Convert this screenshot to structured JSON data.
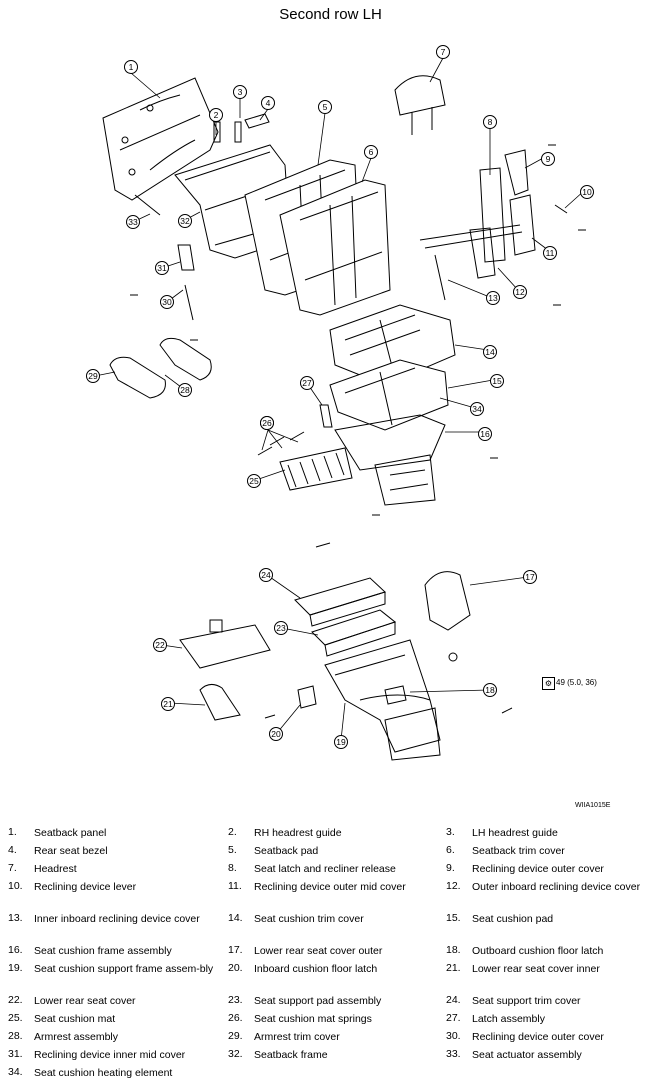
{
  "title": "Second row LH",
  "reference_code": "WIIA1015E",
  "torque_spec": "49 (5.0, 36)",
  "torque_icon": "torque-wrench-icon",
  "callout_numbers": [
    "1",
    "2",
    "3",
    "4",
    "5",
    "6",
    "7",
    "8",
    "9",
    "10",
    "11",
    "12",
    "13",
    "14",
    "15",
    "16",
    "17",
    "18",
    "19",
    "20",
    "21",
    "22",
    "23",
    "24",
    "25",
    "26",
    "26",
    "27",
    "28",
    "29",
    "30",
    "31",
    "32",
    "33",
    "34"
  ],
  "legend_rows": [
    [
      {
        "n": "1.",
        "t": "Seatback panel"
      },
      {
        "n": "2.",
        "t": "RH headrest guide"
      },
      {
        "n": "3.",
        "t": "LH headrest guide"
      }
    ],
    [
      {
        "n": "4.",
        "t": "Rear seat bezel"
      },
      {
        "n": "5.",
        "t": "Seatback pad"
      },
      {
        "n": "6.",
        "t": "Seatback trim cover"
      }
    ],
    [
      {
        "n": "7.",
        "t": "Headrest"
      },
      {
        "n": "8.",
        "t": "Seat latch and recliner release"
      },
      {
        "n": "9.",
        "t": "Reclining device outer cover"
      }
    ],
    [
      {
        "n": "10.",
        "t": "Reclining device lever"
      },
      {
        "n": "11.",
        "t": "Reclining device outer mid cover"
      },
      {
        "n": "12.",
        "t": "Outer inboard reclining device cover"
      }
    ],
    [
      {
        "n": "13.",
        "t": "Inner inboard reclining device cover"
      },
      {
        "n": "14.",
        "t": "Seat cushion trim cover"
      },
      {
        "n": "15.",
        "t": "Seat cushion pad"
      }
    ],
    [
      {
        "n": "16.",
        "t": "Seat cushion frame assembly"
      },
      {
        "n": "17.",
        "t": "Lower rear seat cover outer"
      },
      {
        "n": "18.",
        "t": "Outboard cushion floor latch"
      }
    ],
    [
      {
        "n": "19.",
        "t": "Seat cushion support frame assem-bly"
      },
      {
        "n": "20.",
        "t": "Inboard cushion floor latch"
      },
      {
        "n": "21.",
        "t": "Lower rear seat cover inner"
      }
    ],
    [
      {
        "n": "22.",
        "t": "Lower rear seat cover"
      },
      {
        "n": "23.",
        "t": "Seat support pad assembly"
      },
      {
        "n": "24.",
        "t": "Seat support trim cover"
      }
    ],
    [
      {
        "n": "25.",
        "t": "Seat cushion mat"
      },
      {
        "n": "26.",
        "t": "Seat cushion mat springs"
      },
      {
        "n": "27.",
        "t": "Latch assembly"
      }
    ],
    [
      {
        "n": "28.",
        "t": "Armrest assembly"
      },
      {
        "n": "29.",
        "t": "Armrest trim cover"
      },
      {
        "n": "30.",
        "t": "Reclining device outer cover"
      }
    ],
    [
      {
        "n": "31.",
        "t": "Reclining device inner mid cover"
      },
      {
        "n": "32.",
        "t": "Seatback frame"
      },
      {
        "n": "33.",
        "t": "Seat actuator assembly"
      }
    ],
    [
      {
        "n": "34.",
        "t": "Seat cushion heating element"
      }
    ]
  ]
}
